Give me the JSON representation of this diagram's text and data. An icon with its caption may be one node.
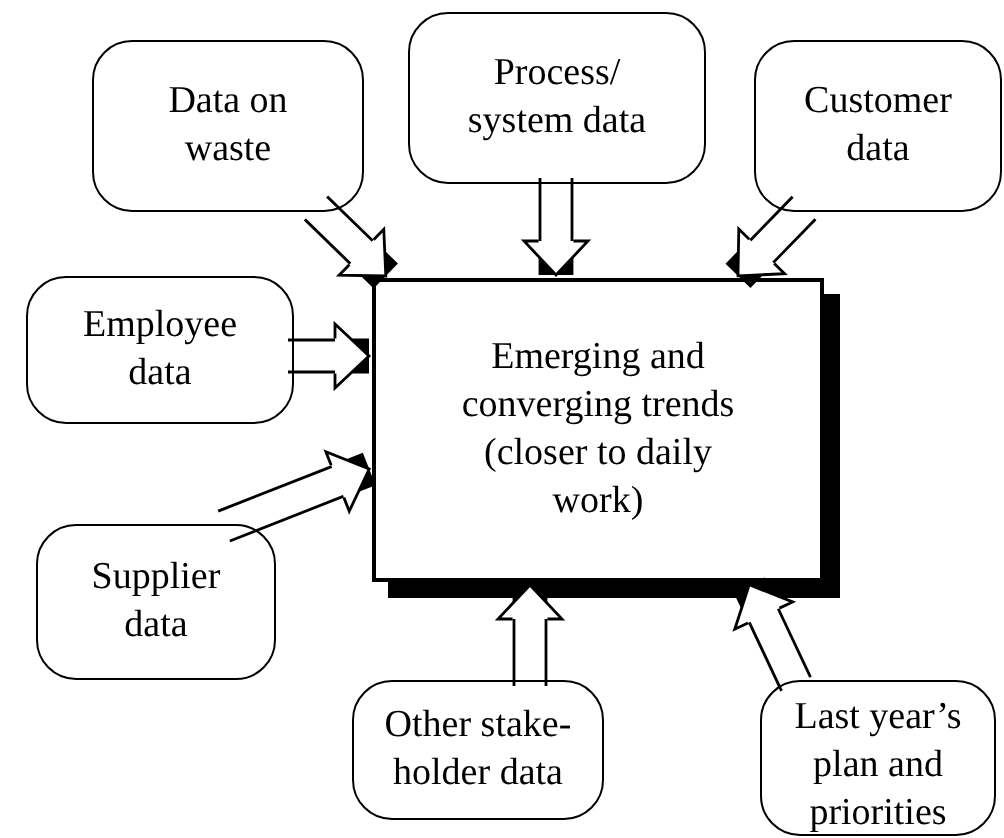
{
  "diagram": {
    "nodes": [
      {
        "text": [
          "Data on waste"
        ]
      },
      {
        "text": [
          "Process/ system data"
        ]
      },
      {
        "text": [
          "Customer data"
        ]
      },
      {
        "text": [
          "Employee data"
        ]
      },
      {
        "text": [
          "Emerging and converging trends (closer to daily work)"
        ]
      },
      {
        "text": [
          "Supplier data"
        ]
      },
      {
        "text": [
          "Other stake-holder data"
        ]
      },
      {
        "text": [
          "Last year’s plan and priorities"
        ]
      }
    ],
    "edges": [
      {
        "from": 0,
        "to": 4,
        "arrow": "to"
      },
      {
        "from": 1,
        "to": 4,
        "arrow": "to"
      },
      {
        "from": 2,
        "to": 4,
        "arrow": "to"
      },
      {
        "from": 3,
        "to": 4,
        "arrow": "to"
      },
      {
        "from": 5,
        "to": 4,
        "arrow": "to"
      },
      {
        "from": 6,
        "to": 4,
        "arrow": "to"
      },
      {
        "from": 7,
        "to": 4,
        "arrow": "to"
      }
    ]
  }
}
